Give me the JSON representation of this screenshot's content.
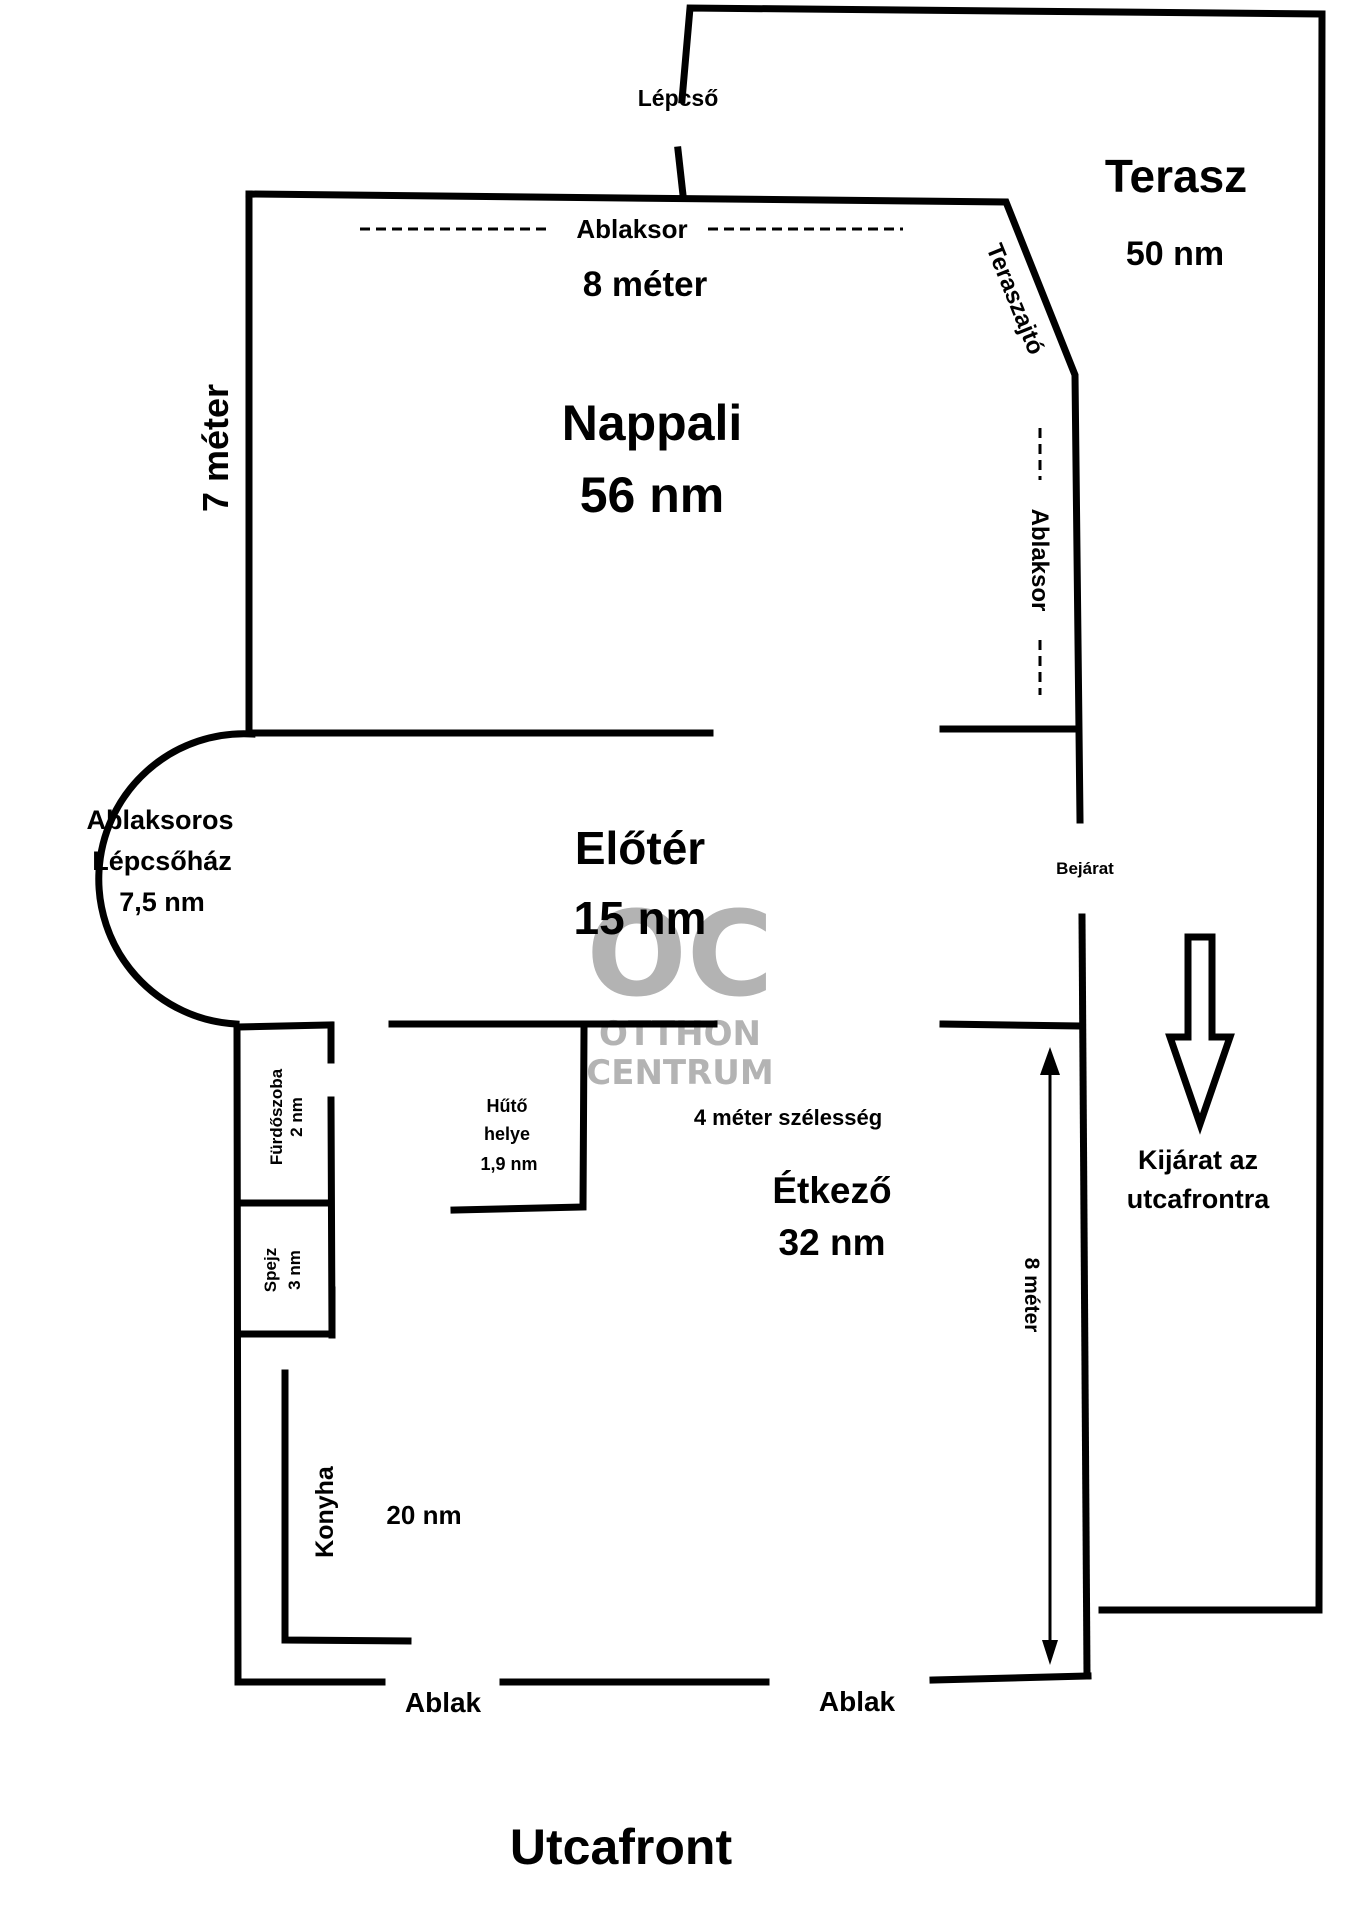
{
  "plan": {
    "stairs": "Lépcső",
    "terrace": {
      "name": "Terasz",
      "area": "50 nm"
    },
    "living_window_row": "Ablaksor",
    "living_width": "8 méter",
    "living_depth": "7 méter",
    "living_room": {
      "name": "Nappali",
      "area": "56 nm"
    },
    "terrace_door": "Teraszajtó",
    "side_window_row": "Ablaksor",
    "stairwell": {
      "line1": "Ablaksoros",
      "line2": "Lépcsőház",
      "area": "7,5 nm"
    },
    "hall": {
      "name": "Előtér",
      "area": "15 nm"
    },
    "entrance": "Bejárat",
    "exit": {
      "line1": "Kijárat az",
      "line2": "utcafrontra"
    },
    "bathroom": {
      "name": "Fürdőszoba",
      "area": "2 nm"
    },
    "pantry": {
      "name": "Spejz",
      "area": "3 nm"
    },
    "fridge": {
      "line1": "Hűtő",
      "line2": "helye",
      "area": "1,9 nm"
    },
    "dining_width": "4 méter szélesség",
    "dining": {
      "name": "Étkező",
      "area": "32 nm"
    },
    "dining_length": "8 méter",
    "kitchen": {
      "name": "Konyha",
      "area": "20 nm"
    },
    "window_left": "Ablak",
    "window_right": "Ablak",
    "street": "Utcafront"
  },
  "watermark": {
    "logo": "OC",
    "line1": "OTTHON",
    "line2": "CENTRUM"
  }
}
